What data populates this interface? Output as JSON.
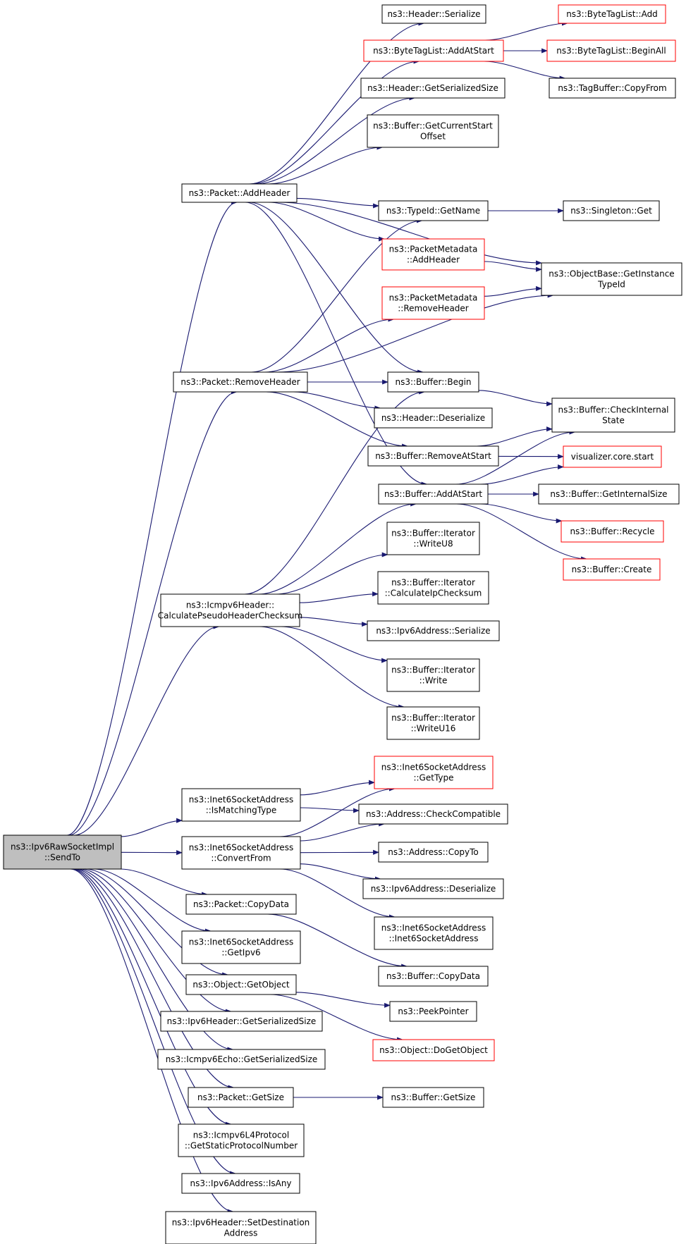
{
  "colors": {
    "edge": "#191970",
    "node_border": "#000000",
    "node_border_truncated": "#ff0000",
    "root_fill": "#bfbfbf",
    "node_fill": "#ffffff",
    "text": "#000000"
  },
  "nodes": [
    {
      "id": "root",
      "lines": [
        "ns3::Ipv6RawSocketImpl",
        "::SendTo"
      ],
      "style": "root"
    },
    {
      "id": "add_header",
      "lines": [
        "ns3::Packet::AddHeader"
      ],
      "style": "normal"
    },
    {
      "id": "header_serialize",
      "lines": [
        "ns3::Header::Serialize"
      ],
      "style": "normal"
    },
    {
      "id": "btl_add_at_start",
      "lines": [
        "ns3::ByteTagList::AddAtStart"
      ],
      "style": "truncated"
    },
    {
      "id": "btl_add",
      "lines": [
        "ns3::ByteTagList::Add"
      ],
      "style": "truncated"
    },
    {
      "id": "btl_begin_all",
      "lines": [
        "ns3::ByteTagList::BeginAll"
      ],
      "style": "truncated"
    },
    {
      "id": "tagbuffer_copy_from",
      "lines": [
        "ns3::TagBuffer::CopyFrom"
      ],
      "style": "normal"
    },
    {
      "id": "header_get_serialized_size",
      "lines": [
        "ns3::Header::GetSerializedSize"
      ],
      "style": "normal"
    },
    {
      "id": "buffer_get_current_start_offset",
      "lines": [
        "ns3::Buffer::GetCurrentStart",
        "Offset"
      ],
      "style": "normal"
    },
    {
      "id": "typeid_get_name",
      "lines": [
        "ns3::TypeId::GetName"
      ],
      "style": "normal"
    },
    {
      "id": "singleton_get",
      "lines": [
        "ns3::Singleton::Get"
      ],
      "style": "normal"
    },
    {
      "id": "pm_add_header",
      "lines": [
        "ns3::PacketMetadata",
        "::AddHeader"
      ],
      "style": "truncated"
    },
    {
      "id": "objectbase_get_instance_typeid",
      "lines": [
        "ns3::ObjectBase::GetInstance",
        "TypeId"
      ],
      "style": "normal"
    },
    {
      "id": "pm_remove_header",
      "lines": [
        "ns3::PacketMetadata",
        "::RemoveHeader"
      ],
      "style": "truncated"
    },
    {
      "id": "remove_header",
      "lines": [
        "ns3::Packet::RemoveHeader"
      ],
      "style": "normal"
    },
    {
      "id": "buffer_begin",
      "lines": [
        "ns3::Buffer::Begin"
      ],
      "style": "normal"
    },
    {
      "id": "buffer_check_internal_state",
      "lines": [
        "ns3::Buffer::CheckInternal",
        "State"
      ],
      "style": "normal"
    },
    {
      "id": "header_deserialize",
      "lines": [
        "ns3::Header::Deserialize"
      ],
      "style": "normal"
    },
    {
      "id": "buffer_remove_at_start",
      "lines": [
        "ns3::Buffer::RemoveAtStart"
      ],
      "style": "normal"
    },
    {
      "id": "visualizer_core_start",
      "lines": [
        "visualizer.core.start"
      ],
      "style": "truncated"
    },
    {
      "id": "buffer_add_at_start",
      "lines": [
        "ns3::Buffer::AddAtStart"
      ],
      "style": "normal"
    },
    {
      "id": "buffer_get_internal_size",
      "lines": [
        "ns3::Buffer::GetInternalSize"
      ],
      "style": "normal"
    },
    {
      "id": "buffer_recycle",
      "lines": [
        "ns3::Buffer::Recycle"
      ],
      "style": "truncated"
    },
    {
      "id": "buffer_create",
      "lines": [
        "ns3::Buffer::Create"
      ],
      "style": "truncated"
    },
    {
      "id": "iterator_write_u8",
      "lines": [
        "ns3::Buffer::Iterator",
        "::WriteU8"
      ],
      "style": "normal"
    },
    {
      "id": "icmpv6_pseudo_checksum",
      "lines": [
        "ns3::Icmpv6Header::",
        "CalculatePseudoHeaderChecksum"
      ],
      "style": "normal"
    },
    {
      "id": "iterator_calculate_ip_checksum",
      "lines": [
        "ns3::Buffer::Iterator",
        "::CalculateIpChecksum"
      ],
      "style": "normal"
    },
    {
      "id": "ipv6address_serialize",
      "lines": [
        "ns3::Ipv6Address::Serialize"
      ],
      "style": "normal"
    },
    {
      "id": "iterator_write",
      "lines": [
        "ns3::Buffer::Iterator",
        "::Write"
      ],
      "style": "normal"
    },
    {
      "id": "iterator_write_u16",
      "lines": [
        "ns3::Buffer::Iterator",
        "::WriteU16"
      ],
      "style": "normal"
    },
    {
      "id": "inet6_get_type",
      "lines": [
        "ns3::Inet6SocketAddress",
        "::GetType"
      ],
      "style": "truncated"
    },
    {
      "id": "inet6_is_matching_type",
      "lines": [
        "ns3::Inet6SocketAddress",
        "::IsMatchingType"
      ],
      "style": "normal"
    },
    {
      "id": "address_check_compatible",
      "lines": [
        "ns3::Address::CheckCompatible"
      ],
      "style": "normal"
    },
    {
      "id": "inet6_convert_from",
      "lines": [
        "ns3::Inet6SocketAddress",
        "::ConvertFrom"
      ],
      "style": "normal"
    },
    {
      "id": "address_copy_to",
      "lines": [
        "ns3::Address::CopyTo"
      ],
      "style": "normal"
    },
    {
      "id": "ipv6address_deserialize",
      "lines": [
        "ns3::Ipv6Address::Deserialize"
      ],
      "style": "normal"
    },
    {
      "id": "packet_copy_data",
      "lines": [
        "ns3::Packet::CopyData"
      ],
      "style": "normal"
    },
    {
      "id": "inet6_ctor",
      "lines": [
        "ns3::Inet6SocketAddress",
        "::Inet6SocketAddress"
      ],
      "style": "normal"
    },
    {
      "id": "inet6_get_ipv6",
      "lines": [
        "ns3::Inet6SocketAddress",
        "::GetIpv6"
      ],
      "style": "normal"
    },
    {
      "id": "buffer_copy_data",
      "lines": [
        "ns3::Buffer::CopyData"
      ],
      "style": "normal"
    },
    {
      "id": "object_get_object",
      "lines": [
        "ns3::Object::GetObject"
      ],
      "style": "normal"
    },
    {
      "id": "peek_pointer",
      "lines": [
        "ns3::PeekPointer"
      ],
      "style": "normal"
    },
    {
      "id": "ipv6header_get_serialized_size",
      "lines": [
        "ns3::Ipv6Header::GetSerializedSize"
      ],
      "style": "normal"
    },
    {
      "id": "object_do_get_object",
      "lines": [
        "ns3::Object::DoGetObject"
      ],
      "style": "truncated"
    },
    {
      "id": "icmpv6echo_get_serialized_size",
      "lines": [
        "ns3::Icmpv6Echo::GetSerializedSize"
      ],
      "style": "normal"
    },
    {
      "id": "packet_get_size",
      "lines": [
        "ns3::Packet::GetSize"
      ],
      "style": "normal"
    },
    {
      "id": "buffer_get_size",
      "lines": [
        "ns3::Buffer::GetSize"
      ],
      "style": "normal"
    },
    {
      "id": "icmpv6l4_get_static_protocol_number",
      "lines": [
        "ns3::Icmpv6L4Protocol",
        "::GetStaticProtocolNumber"
      ],
      "style": "normal"
    },
    {
      "id": "ipv6address_is_any",
      "lines": [
        "ns3::Ipv6Address::IsAny"
      ],
      "style": "normal"
    },
    {
      "id": "ipv6header_set_destination_address",
      "lines": [
        "ns3::Ipv6Header::SetDestination",
        "Address"
      ],
      "style": "normal"
    }
  ],
  "edges": [
    [
      "root",
      "add_header"
    ],
    [
      "root",
      "remove_header"
    ],
    [
      "root",
      "icmpv6_pseudo_checksum"
    ],
    [
      "root",
      "inet6_is_matching_type"
    ],
    [
      "root",
      "inet6_convert_from"
    ],
    [
      "root",
      "packet_copy_data"
    ],
    [
      "root",
      "inet6_get_ipv6"
    ],
    [
      "root",
      "object_get_object"
    ],
    [
      "root",
      "ipv6header_get_serialized_size"
    ],
    [
      "root",
      "icmpv6echo_get_serialized_size"
    ],
    [
      "root",
      "packet_get_size"
    ],
    [
      "root",
      "icmpv6l4_get_static_protocol_number"
    ],
    [
      "root",
      "ipv6address_is_any"
    ],
    [
      "root",
      "ipv6header_set_destination_address"
    ],
    [
      "add_header",
      "header_serialize"
    ],
    [
      "add_header",
      "btl_add_at_start"
    ],
    [
      "add_header",
      "header_get_serialized_size"
    ],
    [
      "add_header",
      "buffer_get_current_start_offset"
    ],
    [
      "add_header",
      "objectbase_get_instance_typeid"
    ],
    [
      "add_header",
      "typeid_get_name"
    ],
    [
      "add_header",
      "pm_add_header"
    ],
    [
      "add_header",
      "buffer_begin"
    ],
    [
      "add_header",
      "buffer_add_at_start"
    ],
    [
      "btl_add_at_start",
      "btl_add"
    ],
    [
      "btl_add_at_start",
      "btl_begin_all"
    ],
    [
      "btl_add_at_start",
      "tagbuffer_copy_from"
    ],
    [
      "typeid_get_name",
      "singleton_get"
    ],
    [
      "pm_add_header",
      "objectbase_get_instance_typeid"
    ],
    [
      "pm_remove_header",
      "objectbase_get_instance_typeid"
    ],
    [
      "remove_header",
      "typeid_get_name"
    ],
    [
      "remove_header",
      "pm_remove_header"
    ],
    [
      "remove_header",
      "objectbase_get_instance_typeid"
    ],
    [
      "remove_header",
      "buffer_begin"
    ],
    [
      "remove_header",
      "header_deserialize"
    ],
    [
      "remove_header",
      "buffer_remove_at_start"
    ],
    [
      "buffer_begin",
      "buffer_check_internal_state"
    ],
    [
      "buffer_remove_at_start",
      "buffer_check_internal_state"
    ],
    [
      "buffer_remove_at_start",
      "visualizer_core_start"
    ],
    [
      "buffer_add_at_start",
      "buffer_check_internal_state"
    ],
    [
      "buffer_add_at_start",
      "visualizer_core_start"
    ],
    [
      "buffer_add_at_start",
      "buffer_get_internal_size"
    ],
    [
      "buffer_add_at_start",
      "buffer_recycle"
    ],
    [
      "buffer_add_at_start",
      "buffer_create"
    ],
    [
      "icmpv6_pseudo_checksum",
      "buffer_begin"
    ],
    [
      "icmpv6_pseudo_checksum",
      "buffer_add_at_start"
    ],
    [
      "icmpv6_pseudo_checksum",
      "iterator_write_u8"
    ],
    [
      "icmpv6_pseudo_checksum",
      "iterator_calculate_ip_checksum"
    ],
    [
      "icmpv6_pseudo_checksum",
      "ipv6address_serialize"
    ],
    [
      "icmpv6_pseudo_checksum",
      "iterator_write"
    ],
    [
      "icmpv6_pseudo_checksum",
      "iterator_write_u16"
    ],
    [
      "inet6_is_matching_type",
      "inet6_get_type"
    ],
    [
      "inet6_is_matching_type",
      "address_check_compatible"
    ],
    [
      "inet6_convert_from",
      "inet6_get_type"
    ],
    [
      "inet6_convert_from",
      "address_check_compatible"
    ],
    [
      "inet6_convert_from",
      "address_copy_to"
    ],
    [
      "inet6_convert_from",
      "ipv6address_deserialize"
    ],
    [
      "inet6_convert_from",
      "inet6_ctor"
    ],
    [
      "packet_copy_data",
      "buffer_copy_data"
    ],
    [
      "object_get_object",
      "peek_pointer"
    ],
    [
      "object_get_object",
      "object_do_get_object"
    ],
    [
      "packet_get_size",
      "buffer_get_size"
    ]
  ]
}
